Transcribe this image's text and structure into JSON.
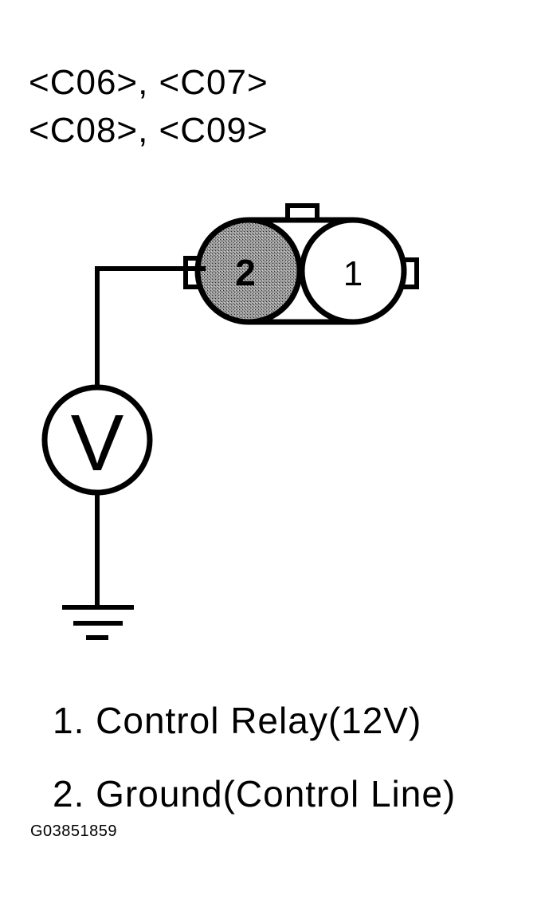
{
  "connectors": {
    "line1": "<C06>, <C07>",
    "line2": "<C08>, <C09>"
  },
  "pins": {
    "pin2_label": "2",
    "pin1_label": "1"
  },
  "meter": {
    "symbol": "V"
  },
  "legend": [
    {
      "text": "1. Control Relay(12V)"
    },
    {
      "text": "2. Ground(Control Line)"
    }
  ],
  "figure_code": "G03851859",
  "colors": {
    "line": "#000000",
    "pin2_fill": "#7a7a7a",
    "background": "#ffffff"
  },
  "icons": {
    "ground": "ground-icon",
    "voltmeter": "voltmeter-icon"
  }
}
